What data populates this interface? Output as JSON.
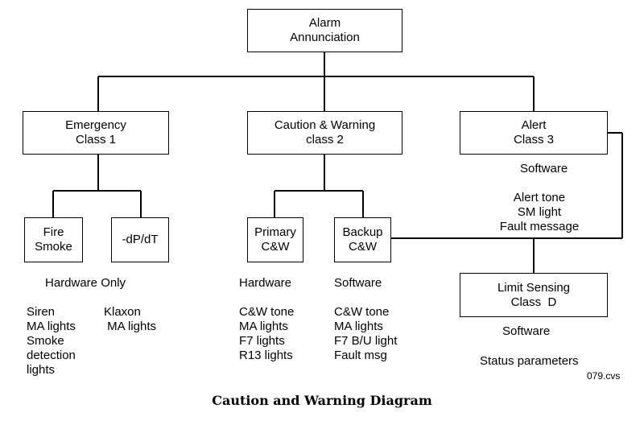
{
  "nodes": {
    "root": [
      "Alarm",
      "Annunciation"
    ],
    "emergency": [
      "Emergency",
      "Class 1"
    ],
    "caution": [
      "Caution & Warning",
      "class 2"
    ],
    "alert": [
      "Alert",
      "Class 3"
    ],
    "fire": [
      "Fire",
      "Smoke"
    ],
    "dpdt": [
      "-dP/dT"
    ],
    "primary": [
      "Primary",
      "C&W"
    ],
    "backup": [
      "Backup",
      "C&W"
    ],
    "limit": [
      "Limit Sensing",
      "Class  D"
    ]
  },
  "annotations": {
    "alert_software": "Software",
    "alert_items": [
      "Alert tone",
      "SM light",
      "Fault message"
    ],
    "hardware_only": "Hardware Only",
    "fire_items": [
      "Siren",
      "MA lights",
      "Smoke",
      "detection",
      "lights"
    ],
    "dpdt_items": [
      "Klaxon",
      " MA lights"
    ],
    "primary_heading": "Hardware",
    "primary_items": [
      "C&W tone",
      "MA lights",
      "F7 lights",
      "R13 lights"
    ],
    "backup_heading": "Software",
    "backup_items": [
      "C&W tone",
      "MA lights",
      "F7 B/U light",
      "Fault msg"
    ],
    "limit_software": "Software",
    "limit_items": "Status parameters"
  },
  "file_id": "079.cvs",
  "caption": "Caution and Warning Diagram"
}
